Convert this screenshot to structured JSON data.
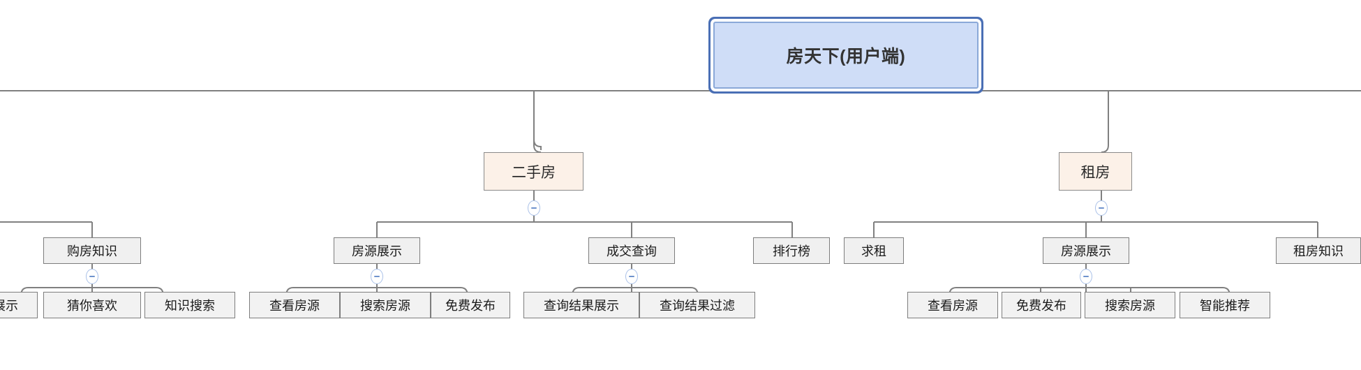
{
  "diagram": {
    "type": "mindmap-tree",
    "orientation": "top-down",
    "colors": {
      "root_fill": "#cfddf7",
      "root_border": "#4a6fb5",
      "level2_fill": "#fcf1e8",
      "level2_border": "#8a8a8a",
      "level3_fill": "#f0f0f0",
      "leaf_fill": "#f2f2f2",
      "node_border": "#7d7d7d",
      "link_color": "#808080",
      "toggle_border": "#aac1e8",
      "toggle_glyph": "#6f93cd",
      "background": "#ffffff"
    },
    "root": {
      "label": "房天下(用户端)"
    },
    "level2": [
      {
        "id": "ershoufang",
        "label": "二手房"
      },
      {
        "id": "zufang",
        "label": "租房"
      }
    ],
    "level3": [
      {
        "id": "goufangzhishi",
        "label": "购房知识",
        "parent": "xinfang-offscreen",
        "clipped_parent": true
      },
      {
        "id": "fangyuanzhanshi-1",
        "label": "房源展示",
        "parent": "ershoufang"
      },
      {
        "id": "chengjiaochaxun",
        "label": "成交查询",
        "parent": "ershoufang"
      },
      {
        "id": "paihangbang",
        "label": "排行榜",
        "parent": "ershoufang"
      },
      {
        "id": "qiuzu",
        "label": "求租",
        "parent": "zufang"
      },
      {
        "id": "fangyuanzhanshi-2",
        "label": "房源展示",
        "parent": "zufang"
      },
      {
        "id": "zufangzhishi",
        "label": "租房知识",
        "parent": "zufang"
      }
    ],
    "leaves": [
      {
        "id": "zhanshi",
        "label": "展示",
        "parent": "goufangzhishi",
        "clipped": true
      },
      {
        "id": "cainixihuan",
        "label": "猜你喜欢",
        "parent": "goufangzhishi"
      },
      {
        "id": "zhishisousuo",
        "label": "知识搜索",
        "parent": "goufangzhishi"
      },
      {
        "id": "chakanfangyuan-1",
        "label": "查看房源",
        "parent": "fangyuanzhanshi-1"
      },
      {
        "id": "sousuofangyuan-1",
        "label": "搜索房源",
        "parent": "fangyuanzhanshi-1"
      },
      {
        "id": "mianfeifabu-1",
        "label": "免费发布",
        "parent": "fangyuanzhanshi-1"
      },
      {
        "id": "chaxunjieguozhanshi",
        "label": "查询结果展示",
        "parent": "chengjiaochaxun"
      },
      {
        "id": "chaxunjieguoguolv",
        "label": "查询结果过滤",
        "parent": "chengjiaochaxun"
      },
      {
        "id": "chakanfangyuan-2",
        "label": "查看房源",
        "parent": "fangyuanzhanshi-2"
      },
      {
        "id": "mianfeifabu-2",
        "label": "免费发布",
        "parent": "fangyuanzhanshi-2"
      },
      {
        "id": "sousuofangyuan-2",
        "label": "搜索房源",
        "parent": "fangyuanzhanshi-2"
      },
      {
        "id": "zhinengtuijian",
        "label": "智能推荐",
        "parent": "fangyuanzhanshi-2"
      }
    ],
    "toggles": [
      {
        "id": "toggle-ershoufang",
        "state": "expanded",
        "glyph": "minus-icon"
      },
      {
        "id": "toggle-zufang",
        "state": "expanded",
        "glyph": "minus-icon"
      },
      {
        "id": "toggle-fangyuanzhanshi-1",
        "state": "expanded",
        "glyph": "minus-icon"
      },
      {
        "id": "toggle-chengjiaochaxun",
        "state": "expanded",
        "glyph": "minus-icon"
      },
      {
        "id": "toggle-fangyuanzhanshi-2",
        "state": "expanded",
        "glyph": "minus-icon"
      },
      {
        "id": "toggle-goufangzhishi",
        "state": "expanded",
        "glyph": "minus-icon"
      }
    ]
  }
}
